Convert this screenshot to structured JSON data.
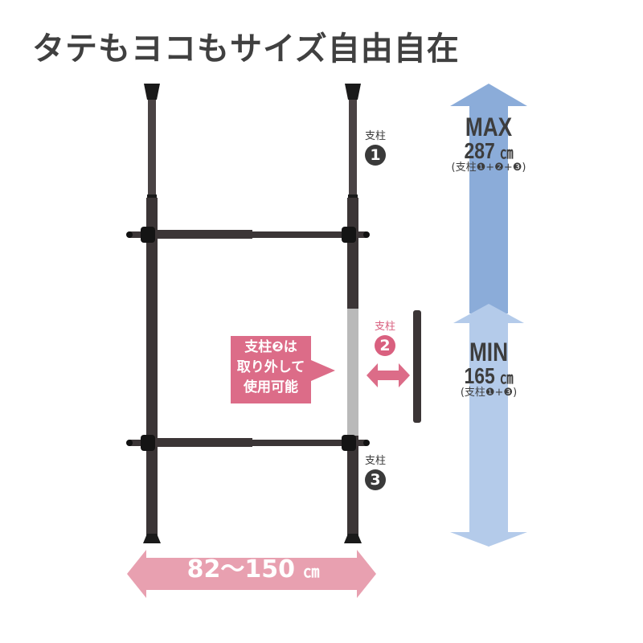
{
  "title": "タテもヨコもサイズ自由自在",
  "posts": [
    {
      "label": "支柱",
      "number": "1"
    },
    {
      "label": "支柱",
      "number": "2"
    },
    {
      "label": "支柱",
      "number": "3"
    }
  ],
  "callout": {
    "line1": "支柱❷は",
    "line2": "取り外して",
    "line3": "使用可能"
  },
  "width_range": {
    "value": "82～150",
    "unit": "㎝"
  },
  "height_max": {
    "heading": "MAX",
    "value": "287",
    "unit": "㎝",
    "note": "(支柱❶+❷+❸)"
  },
  "height_min": {
    "heading": "MIN",
    "value": "165",
    "unit": "㎝",
    "note": "(支柱❶+❸)"
  },
  "colors": {
    "text_dark": "#404040",
    "pole": "#3b3536",
    "pink_accent": "#dc6c88",
    "width_arrow": "#e8a0b0",
    "max_arrow": "#8bacd9",
    "min_arrow": "#b4cbea",
    "removable_segment": "#b9b9b9"
  }
}
